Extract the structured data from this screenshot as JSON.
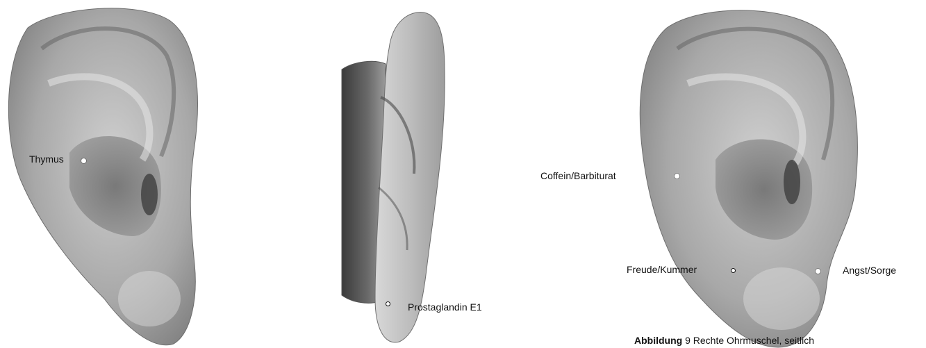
{
  "ear_left": {
    "points": [
      {
        "label": "Thymus",
        "marker": "filled"
      }
    ]
  },
  "ear_middle": {
    "points": [
      {
        "label": "Prostaglandin E1",
        "marker": "hollow"
      }
    ]
  },
  "ear_right": {
    "points": [
      {
        "label": "Coffein/Barbiturat",
        "marker": "filled"
      },
      {
        "label": "Freude/Kummer",
        "marker": "hollow"
      },
      {
        "label": "Angst/Sorge",
        "marker": "filled"
      }
    ]
  },
  "caption": {
    "prefix": "Abbildung",
    "text": "9  Rechte Ohrmuschel, seitlich"
  },
  "colors": {
    "background": "#ffffff",
    "ear_shading": "#8a8a8a",
    "text": "#111111"
  }
}
